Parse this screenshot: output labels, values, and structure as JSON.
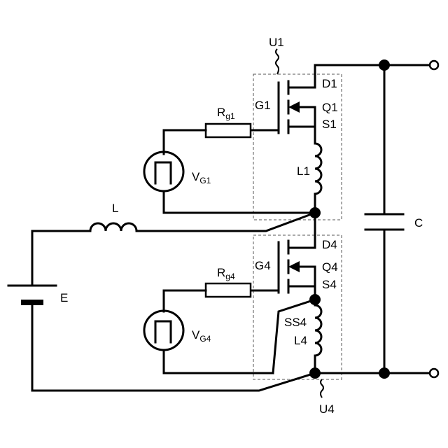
{
  "diagram": {
    "labels": {
      "u1": "U1",
      "u4": "U4",
      "d1": "D1",
      "q1": "Q1",
      "s1": "S1",
      "g1": "G1",
      "l1": "L1",
      "rg1_main": "R",
      "rg1_sub": "g1",
      "vg1_main": "V",
      "vg1_sub": "G1",
      "d4": "D4",
      "q4": "Q4",
      "s4": "S4",
      "g4": "G4",
      "ss4": "SS4",
      "l4": "L4",
      "rg4_main": "R",
      "rg4_sub": "g4",
      "vg4_main": "V",
      "vg4_sub": "G4",
      "l": "L",
      "e": "E",
      "c": "C"
    }
  }
}
